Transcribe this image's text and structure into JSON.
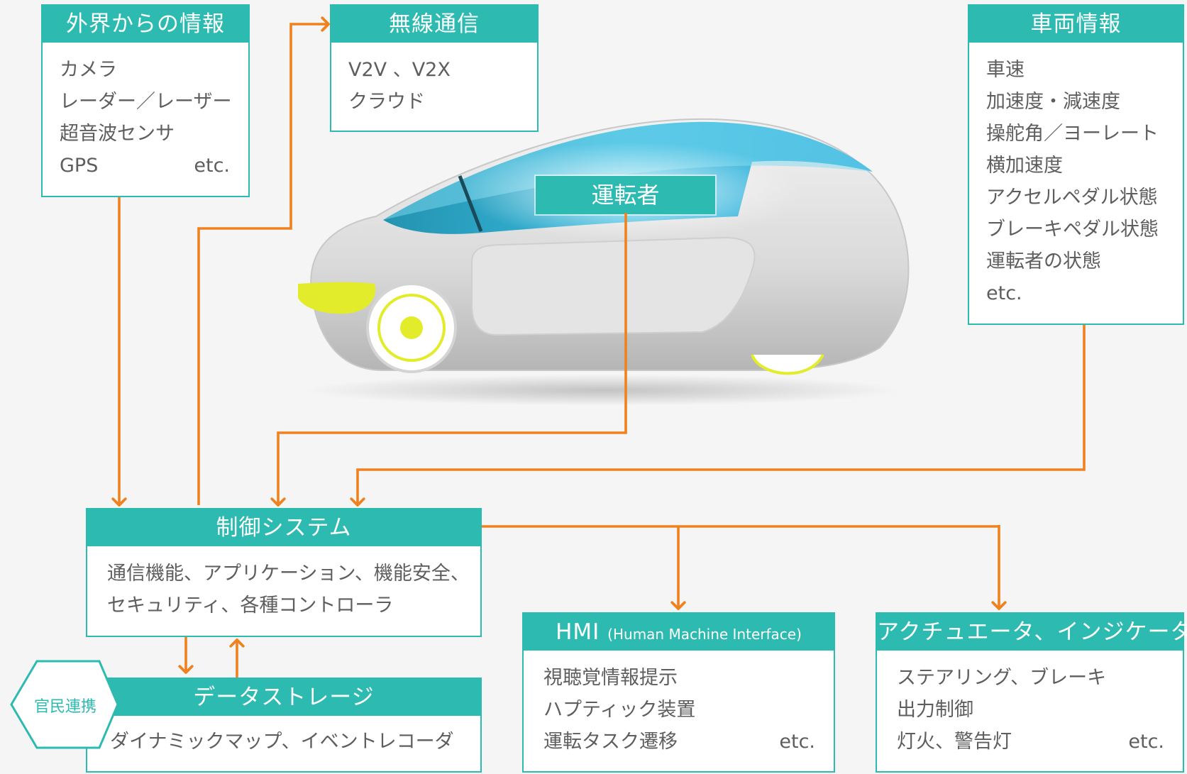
{
  "colors": {
    "accent": "#2dbab0",
    "arrow": "#f0811f",
    "highlight": "#e2ec2a"
  },
  "external_info": {
    "title": "外界からの情報",
    "items": [
      "カメラ",
      "レーダー／レーザー",
      "超音波センサ",
      "GPS"
    ],
    "etc": "etc."
  },
  "wireless": {
    "title": "無線通信",
    "items": [
      "V2V 、V2X",
      "クラウド"
    ]
  },
  "vehicle_info": {
    "title": "車両情報",
    "items": [
      "車速",
      "加速度・減速度",
      "操舵角／ヨーレート",
      "横加速度",
      "アクセルペダル状態",
      "ブレーキペダル状態",
      "運転者の状態",
      "etc."
    ]
  },
  "driver": {
    "label": "運転者"
  },
  "control_system": {
    "title": "制御システム",
    "lines": [
      "通信機能、アプリケーション、機能安全、",
      "セキュリティ、各種コントローラ"
    ]
  },
  "data_storage": {
    "title": "データストレージ",
    "items": [
      "ダイナミックマップ、イベントレコーダ"
    ],
    "badge": "官民連携"
  },
  "hmi": {
    "title_main": "HMI",
    "title_sub": "(Human Machine Interface)",
    "items": [
      "視聴覚情報提示",
      "ハプティック装置",
      "運転タスク遷移"
    ],
    "etc": "etc."
  },
  "actuator": {
    "title": "アクチュエータ、インジケータ",
    "items": [
      "ステアリング、ブレーキ",
      "出力制御",
      "灯火、警告灯"
    ],
    "etc": "etc."
  }
}
